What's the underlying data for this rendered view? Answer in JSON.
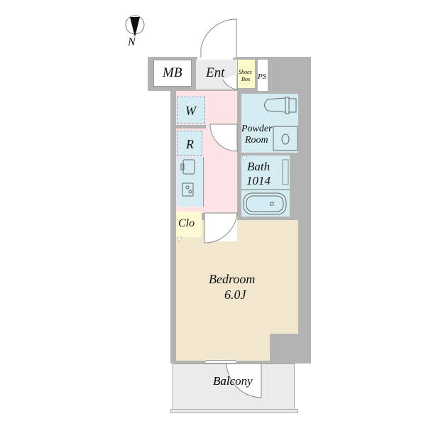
{
  "compass": {
    "label": "N",
    "icon": "north-arrow-icon"
  },
  "rooms": {
    "mb": {
      "label": "MB"
    },
    "entrance": {
      "label": "Ent"
    },
    "shoes_box": {
      "line1": "Shoes",
      "line2": "Box"
    },
    "ps": {
      "label": "PS"
    },
    "washer": {
      "label": "W"
    },
    "refrigerator": {
      "label": "R"
    },
    "powder_room": {
      "line1": "Powder",
      "line2": "Room"
    },
    "bath": {
      "line1": "Bath",
      "line2": "1014"
    },
    "closet": {
      "label": "Clo"
    },
    "bedroom": {
      "line1": "Bedroom",
      "line2": "6.0J"
    },
    "balcony": {
      "label": "Balcony"
    }
  },
  "colors": {
    "wall": "#b3b3b3",
    "kitchen_corridor": "#fbe3e6",
    "wet_area": "#d5ecf2",
    "bedroom": "#f1e7cf",
    "closet": "#fdf9d5",
    "shoes_box": "#fdf9c8",
    "entrance": "#ebebeb",
    "balcony": "#ebebeb"
  }
}
